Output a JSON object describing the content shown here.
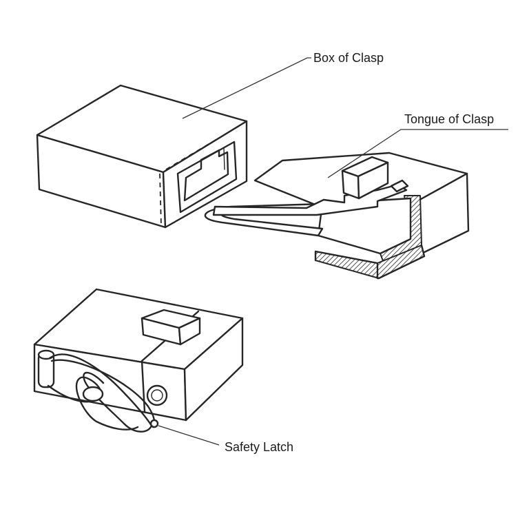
{
  "labels": {
    "box": "Box of Clasp",
    "tongue": "Tongue of Clasp",
    "latch": "Safety Latch"
  }
}
